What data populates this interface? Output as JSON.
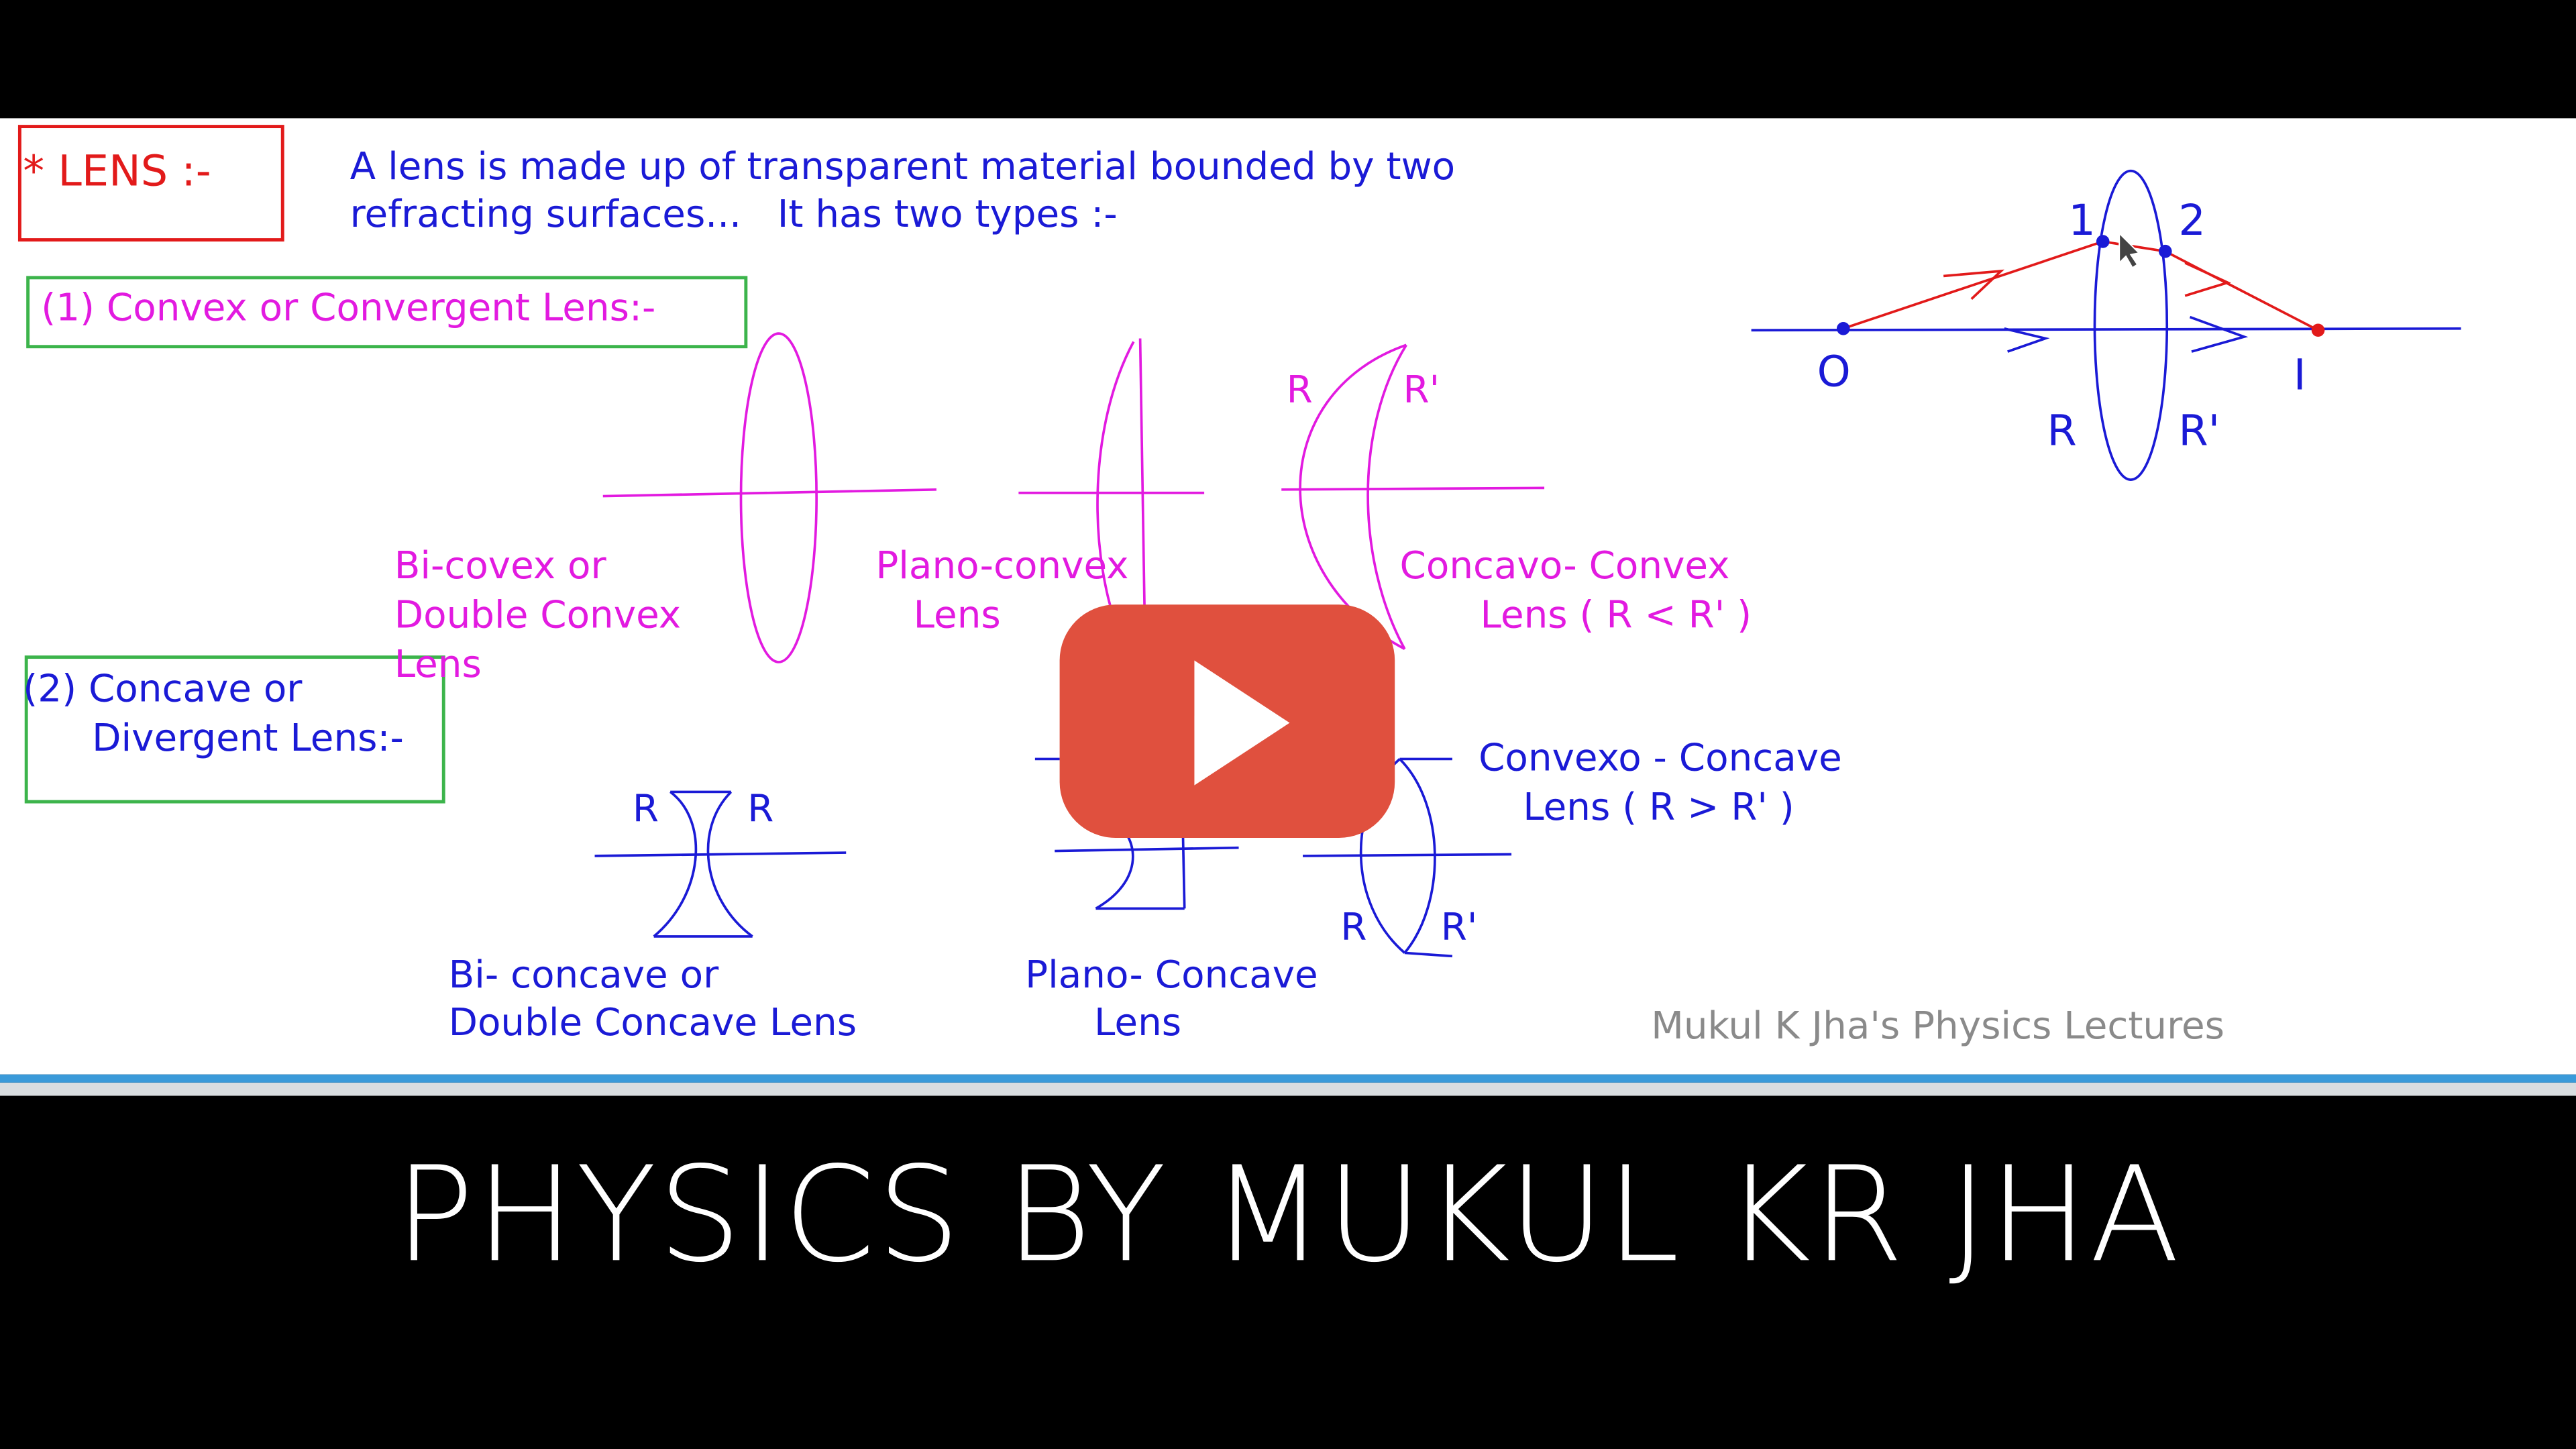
{
  "heading": {
    "label": "* LENS :-",
    "color": "#e21a1a"
  },
  "definition": {
    "line1": "A lens is made up of transparent material bounded by two",
    "line2": "refracting surfaces...   It has two types :-"
  },
  "convex_section": {
    "title": "(1) Convex or Convergent Lens:-",
    "bi_convex": {
      "line1": "Bi-covex or",
      "line2": "Double Convex",
      "line3": "Lens"
    },
    "plano_convex": {
      "line1": "Plano-convex",
      "line2": "Lens"
    },
    "concavo_convex": {
      "line1": "Concavo- Convex",
      "line2": "Lens ( R < R' )",
      "r": "R",
      "r_prime": "R'"
    }
  },
  "concave_section": {
    "title_line1": "(2) Concave or",
    "title_line2": "Divergent Lens:-",
    "bi_concave": {
      "line1": "Bi- concave or",
      "line2": "Double Concave Lens",
      "r_left": "R",
      "r_right": "R"
    },
    "plano_concave": {
      "line1": "Plano- Concave",
      "line2": "Lens"
    },
    "convexo_concave": {
      "line1": "Convexo - Concave",
      "line2": "Lens ( R > R' )",
      "r": "R",
      "r_prime": "R'"
    }
  },
  "ray_diagram": {
    "point_1": "1",
    "point_2": "2",
    "object": "O",
    "image": "I",
    "r": "R",
    "r_prime": "R'"
  },
  "watermark": "Mukul K Jha's Physics Lectures",
  "banner_title": "PHYSICS BY MUKUL KR JHA",
  "colors": {
    "ink_blue": "#1a1ad6",
    "ink_pink": "#e21ae0",
    "ink_red": "#e21a1a",
    "box_green": "#3cb44b",
    "play_red": "#e0503e",
    "progress_blue": "#3a9ad9"
  },
  "icons": {
    "play": "play-icon",
    "cursor": "mouse-pointer-icon"
  }
}
